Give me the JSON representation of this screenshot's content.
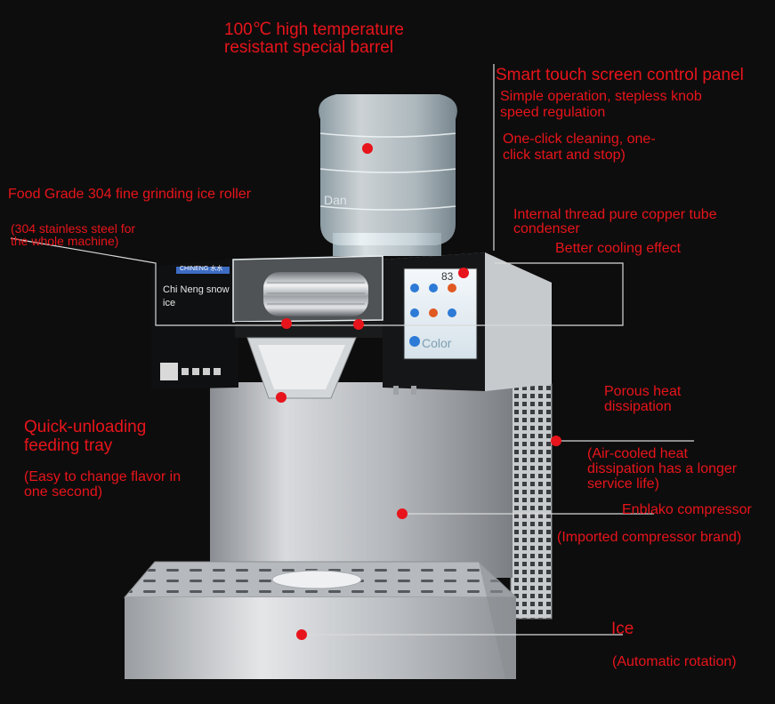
{
  "callouts": {
    "barrel_line1": "100℃ high temperature",
    "barrel_line2": "resistant special barrel",
    "panel_title": "Smart touch screen control panel",
    "panel_sub1_line1": "Simple operation, stepless knob",
    "panel_sub1_line2": "speed regulation",
    "panel_sub2_line1": "One-click cleaning, one-",
    "panel_sub2_line2": "click start and stop)",
    "roller_title": "Food Grade 304 fine grinding ice roller",
    "roller_sub_line1": "(304 stainless steel for",
    "roller_sub_line2": "the whole machine)",
    "condenser_line1": "Internal thread pure copper tube",
    "condenser_line2": "condenser",
    "condenser_sub": "Better cooling effect",
    "heat_line1": "Porous heat",
    "heat_line2": "dissipation",
    "heat_sub_line1": "(Air-cooled heat",
    "heat_sub_line2": "dissipation has a longer",
    "heat_sub_line3": "service life)",
    "tray_line1": "Quick-unloading",
    "tray_line2": "feeding tray",
    "tray_sub_line1": "(Easy to change flavor in",
    "tray_sub_line2": "one second)",
    "compressor": "Enblako compressor",
    "compressor_sub": "(Imported compressor brand)",
    "ice": "Ice",
    "ice_sub": "(Automatic rotation)"
  },
  "machine": {
    "barrel_text": "Dan",
    "brand_line1": "Chi Neng snow",
    "brand_line2": "ice",
    "badge_text": "CHINENG 水水",
    "screen_number": "83",
    "screen_text": "Color"
  },
  "colors": {
    "callout_red": "#e8141b",
    "background": "#0d0d0d",
    "steel": "#b9bcc0"
  }
}
